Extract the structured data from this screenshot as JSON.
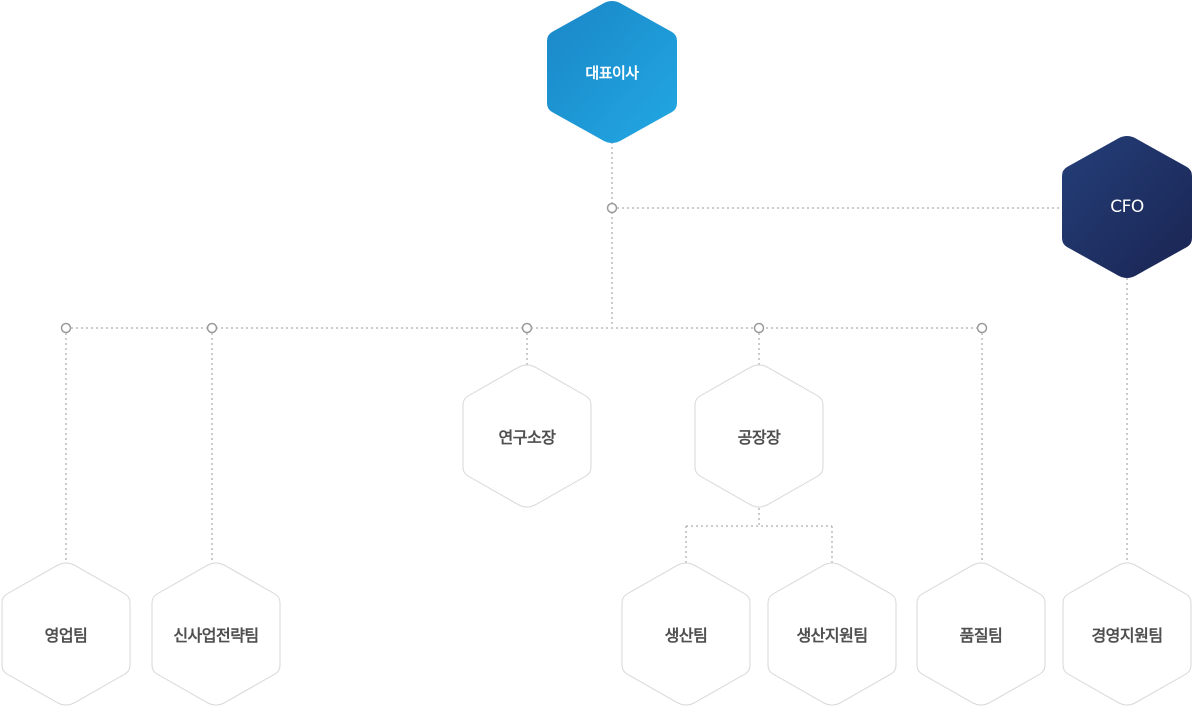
{
  "ceo": "대표이사",
  "cfo": "CFO",
  "research": "연구소장",
  "factory": "공장장",
  "teams": {
    "sales": "영업팀",
    "new_biz": "신사업전략팀",
    "production": "생산팀",
    "production_support": "생산지원팀",
    "quality": "품질팀",
    "management_support": "경영지원팀"
  },
  "colors": {
    "ceo_light": "#22a4e0",
    "ceo_dark": "#1a86c7",
    "cfo_light": "#233f78",
    "cfo_dark": "#1a2754",
    "line": "#999999",
    "outline": "#d7d7d7"
  }
}
